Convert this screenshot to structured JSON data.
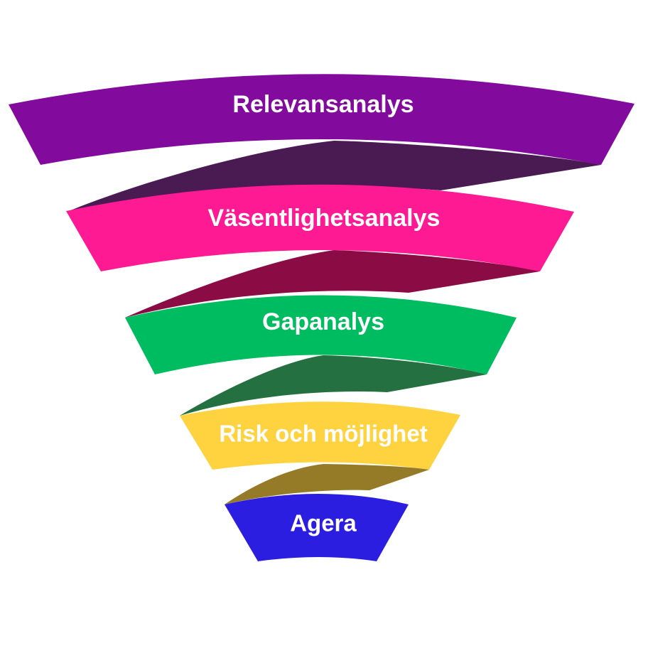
{
  "diagram": {
    "type": "funnel",
    "stages": [
      {
        "label": "Relevansanalys",
        "color": "#820B9E",
        "twist_color": "#4A1A52"
      },
      {
        "label": "Väsentlighetsanalys",
        "color": "#FE1A93",
        "twist_color": "#8B0C45"
      },
      {
        "label": "Gapanalys",
        "color": "#00BC61",
        "twist_color": "#257040"
      },
      {
        "label": "Risk och möjlighet",
        "color": "#FFD23F",
        "twist_color": "#957A27"
      },
      {
        "label": "Agera",
        "color": "#2B1EE0"
      }
    ]
  }
}
